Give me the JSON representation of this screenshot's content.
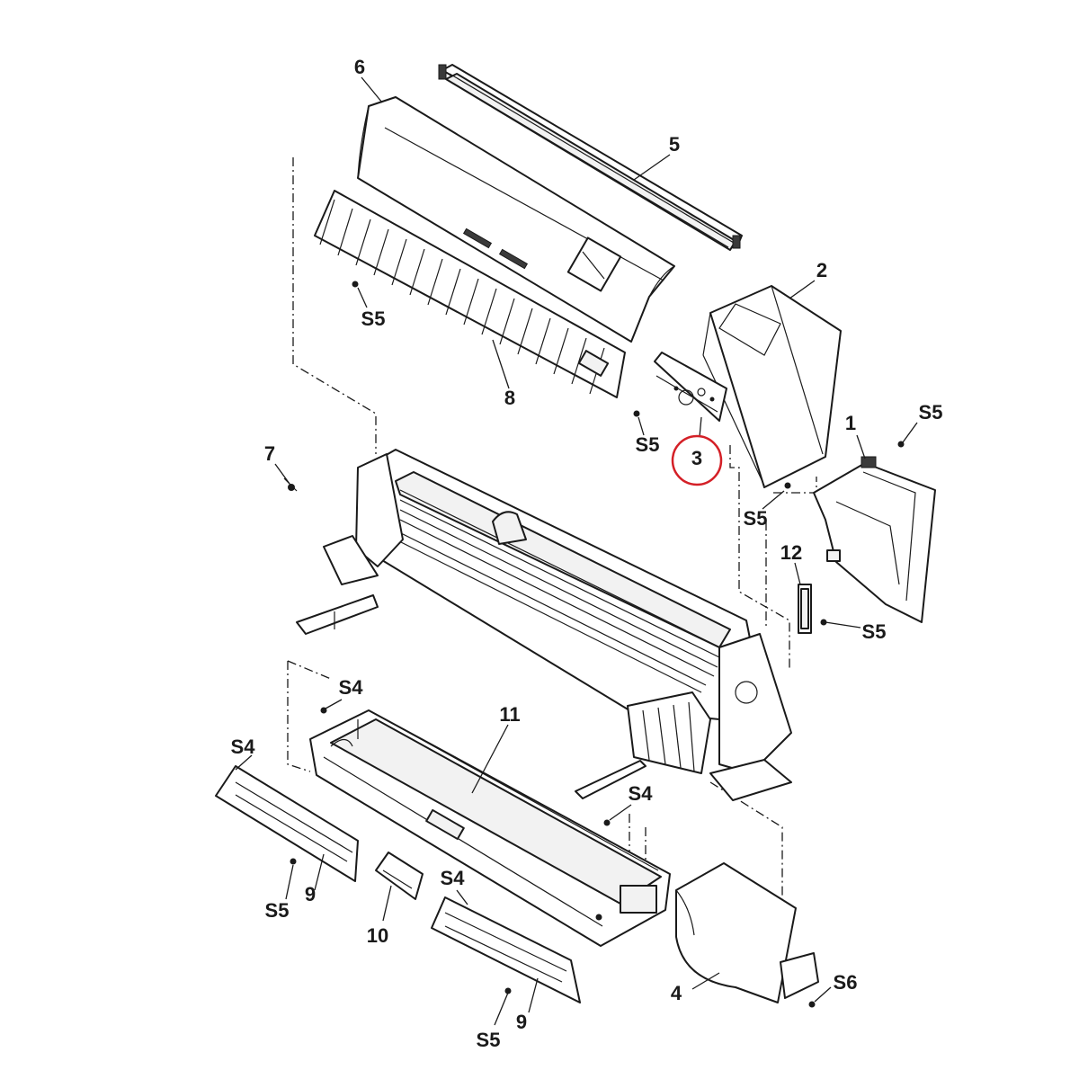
{
  "diagram": {
    "callouts": {
      "p1": "1",
      "p2": "2",
      "p3": "3",
      "p4": "4",
      "p5": "5",
      "p6": "6",
      "p7": "7",
      "p8": "8",
      "p9a": "9",
      "p9b": "9",
      "p10": "10",
      "p11": "11",
      "p12": "12",
      "s4a": "S4",
      "s4b": "S4",
      "s4c": "S4",
      "s4d": "S4",
      "s5a": "S5",
      "s5b": "S5",
      "s5c": "S5",
      "s5d": "S5",
      "s5e": "S5",
      "s5f": "S5",
      "s5g": "S5",
      "s6": "S6"
    },
    "highlight": {
      "target": "3",
      "color": "#d42027"
    },
    "line_color": "#1a1a1a"
  }
}
